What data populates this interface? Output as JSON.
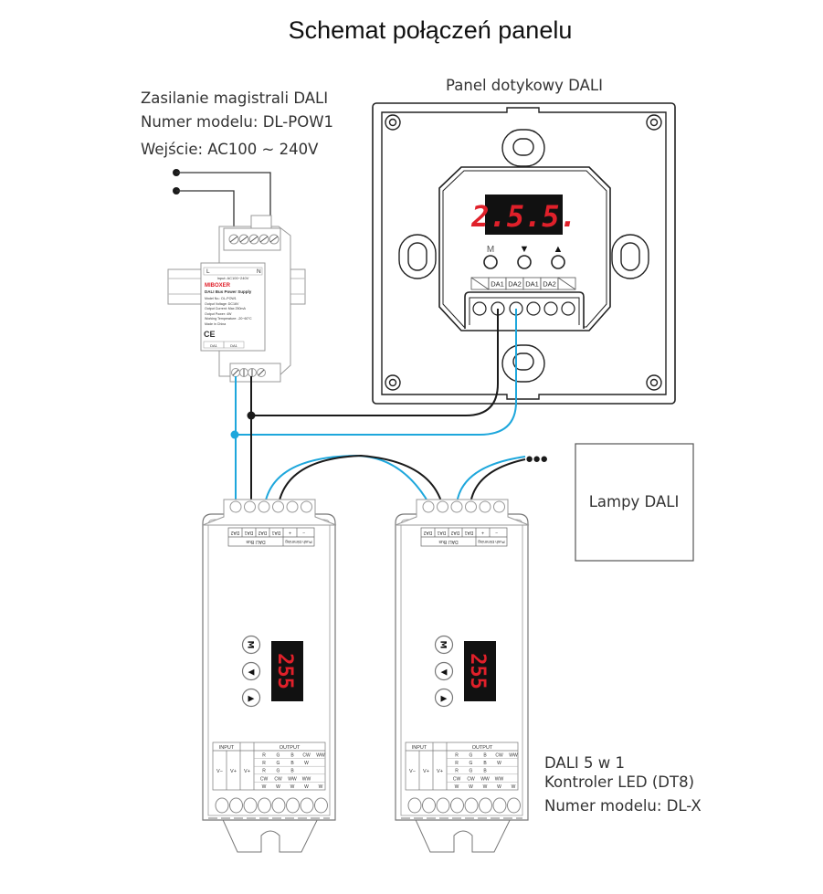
{
  "title": "Schemat połączeń panelu",
  "power_supply": {
    "label_line1": "Zasilanie magistrali DALI",
    "label_line2": "Numer modelu: DL-POW1",
    "label_line3": "Wejście: AC100 ~ 240V",
    "brand": "MIBOXER",
    "product_name": "DALI Bus Power Supply",
    "input_rating": "Input: AC100~240V",
    "spec_lines": [
      "Model No.: DL-POW1",
      "Output Voltage: DC16V",
      "Output Current: Max 250mA",
      "Output Power: 4W",
      "Working Temperature: -20~60°C",
      "Made in China"
    ],
    "terminal_top_labels": [
      "L",
      "N"
    ],
    "terminal_bottom_labels": [
      "DA1",
      "DA1"
    ],
    "cert_marks": "CE"
  },
  "touch_panel": {
    "label": "Panel dotykowy DALI",
    "display_value": "2.5.5.",
    "buttons": [
      {
        "label": "M",
        "icon": "mode"
      },
      {
        "label": "▼",
        "icon": "down-triangle"
      },
      {
        "label": "▲",
        "icon": "up-triangle"
      }
    ],
    "terminals": [
      "",
      "DA1",
      "DA2",
      "DA1",
      "DA2",
      ""
    ]
  },
  "controllers": [
    {
      "display_value": "255",
      "buttons": [
        "M",
        "◀",
        "▶"
      ],
      "bus_terminals": [
        "DA2",
        "DA1",
        "DA2",
        "DA1",
        "+",
        "−"
      ],
      "bus_group_label": "DALI Bus",
      "push_label": "Push Dimming"
    },
    {
      "display_value": "255",
      "buttons": [
        "M",
        "◀",
        "▶"
      ],
      "bus_terminals": [
        "DA2",
        "DA1",
        "DA2",
        "DA1",
        "+",
        "−"
      ],
      "bus_group_label": "DALI Bus",
      "push_label": "Push Dimming"
    }
  ],
  "controller_table": {
    "input_header": "INPUT",
    "output_header": "OUTPUT",
    "input_cols": [
      "V−",
      "V+",
      "V+"
    ],
    "output_rows": [
      [
        "R",
        "G",
        "B",
        "CW",
        "WW"
      ],
      [
        "R",
        "G",
        "B",
        "W",
        ""
      ],
      [
        "R",
        "G",
        "B",
        "",
        ""
      ],
      [
        "CW",
        "CW",
        "WW",
        "WW",
        ""
      ],
      [
        "W",
        "W",
        "W",
        "W",
        "W"
      ]
    ]
  },
  "controller_label": {
    "line1": "DALI 5 w 1",
    "line2": "Kontroler LED (DT8)",
    "line3": "Numer modelu: DL-X"
  },
  "lamps_label": "Lampy DALI",
  "continuation_dots": "●●●",
  "colors": {
    "wire_black": "#1a1a1a",
    "wire_blue": "#1ea7dc",
    "display_red": "#e0202a"
  }
}
